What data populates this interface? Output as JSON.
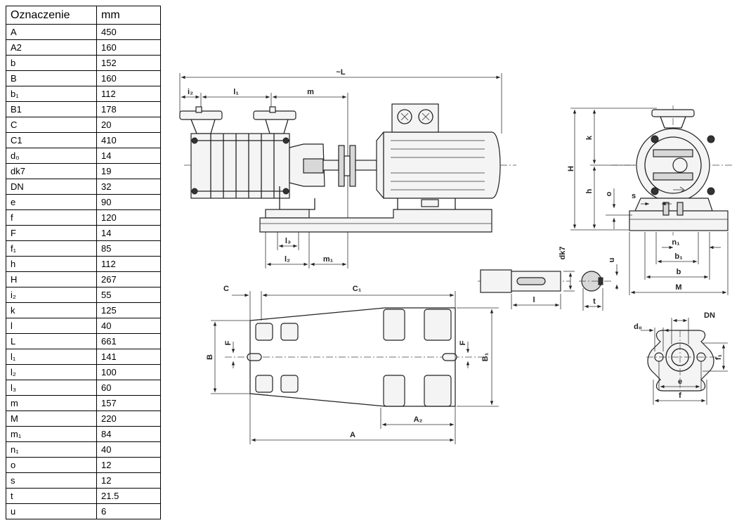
{
  "table": {
    "headers": [
      "Oznaczenie",
      "mm"
    ],
    "rows": [
      [
        "A",
        "450"
      ],
      [
        "A2",
        "160"
      ],
      [
        "b",
        "152"
      ],
      [
        "B",
        "160"
      ],
      [
        "b₁",
        "112"
      ],
      [
        "B1",
        "178"
      ],
      [
        "C",
        "20"
      ],
      [
        "C1",
        "410"
      ],
      [
        "d₀",
        "14"
      ],
      [
        "dk7",
        "19"
      ],
      [
        "DN",
        "32"
      ],
      [
        "e",
        "90"
      ],
      [
        "f",
        "120"
      ],
      [
        "F",
        "14"
      ],
      [
        "f₁",
        "85"
      ],
      [
        "h",
        "112"
      ],
      [
        "H",
        "267"
      ],
      [
        "i₂",
        "55"
      ],
      [
        "k",
        "125"
      ],
      [
        "l",
        "40"
      ],
      [
        "L",
        "661"
      ],
      [
        "l₁",
        "141"
      ],
      [
        "l₂",
        "100"
      ],
      [
        "l₃",
        "60"
      ],
      [
        "m",
        "157"
      ],
      [
        "M",
        "220"
      ],
      [
        "m₁",
        "84"
      ],
      [
        "n₁",
        "40"
      ],
      [
        "o",
        "12"
      ],
      [
        "s",
        "12"
      ],
      [
        "t",
        "21.5"
      ],
      [
        "u",
        "6"
      ]
    ]
  },
  "drawing": {
    "labels": {
      "L": "~L",
      "i2": "i₂",
      "l1": "l₁",
      "m": "m",
      "l3": "l₃",
      "l2": "l₂",
      "m1": "m₁",
      "H": "H",
      "k": "k",
      "h": "h",
      "o": "o",
      "s": "s",
      "n1": "n₁",
      "b1": "b₁",
      "b": "b",
      "M": "M",
      "dk7": "dk7",
      "u": "u",
      "l": "l",
      "t": "t",
      "C": "C",
      "C1": "C₁",
      "B": "B",
      "B1": "B₁",
      "F": "F",
      "A": "A",
      "A2": "A₂",
      "d0": "d₀",
      "DN": "DN",
      "f1": "f₁",
      "e": "e",
      "f": "f"
    }
  }
}
